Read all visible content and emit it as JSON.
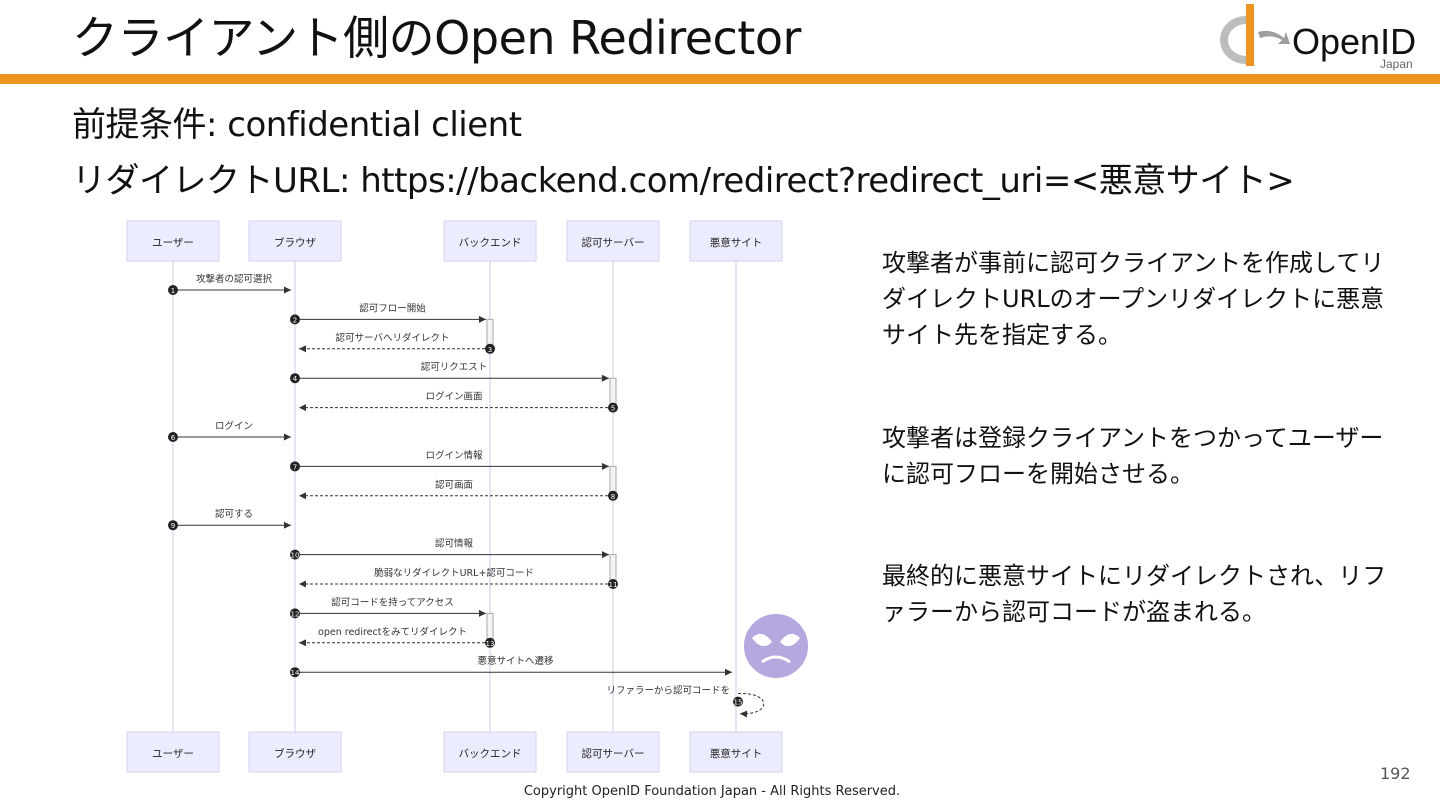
{
  "slide": {
    "title": "クライアント側のOpen Redirector",
    "premise_line1": "前提条件: confidential client",
    "premise_line2": "リダイレクトURL: https://backend.com/redirect?redirect_uri=<悪意サイト>",
    "descriptions": [
      "攻撃者が事前に認可クライアントを作成してリダイレクトURLのオープンリダイレクトに悪意サイト先を指定する。",
      "攻撃者は登録クライアントをつかってユーザーに認可フローを開始させる。",
      "最終的に悪意サイトにリダイレクトされ、リファラーから認可コードが盗まれる。"
    ],
    "page_number": "192",
    "copyright": "Copyright OpenID Foundation Japan - All Rights Reserved.",
    "logo_text": "OpenID",
    "logo_subtext": "Japan",
    "accent_color": "#EE9521"
  },
  "diagram": {
    "participants": [
      "ユーザー",
      "ブラウザ",
      "バックエンド",
      "認可サーバー",
      "悪意サイト"
    ],
    "messages": [
      {
        "n": "1",
        "from": 0,
        "to": 1,
        "label": "攻撃者の認可選択",
        "dashed": false
      },
      {
        "n": "2",
        "from": 1,
        "to": 2,
        "label": "認可フロー開始",
        "dashed": false
      },
      {
        "n": "3",
        "from": 2,
        "to": 1,
        "label": "認可サーバへリダイレクト",
        "dashed": true
      },
      {
        "n": "4",
        "from": 1,
        "to": 3,
        "label": "認可リクエスト",
        "dashed": false
      },
      {
        "n": "5",
        "from": 3,
        "to": 1,
        "label": "ログイン画面",
        "dashed": true
      },
      {
        "n": "6",
        "from": 0,
        "to": 1,
        "label": "ログイン",
        "dashed": false
      },
      {
        "n": "7",
        "from": 1,
        "to": 3,
        "label": "ログイン情報",
        "dashed": false
      },
      {
        "n": "8",
        "from": 3,
        "to": 1,
        "label": "認可画面",
        "dashed": true
      },
      {
        "n": "9",
        "from": 0,
        "to": 1,
        "label": "認可する",
        "dashed": false
      },
      {
        "n": "10",
        "from": 1,
        "to": 3,
        "label": "認可情報",
        "dashed": false
      },
      {
        "n": "11",
        "from": 3,
        "to": 1,
        "label": "脆弱なリダイレクトURL+認可コード",
        "dashed": true
      },
      {
        "n": "12",
        "from": 1,
        "to": 2,
        "label": "認可コードを持ってアクセス",
        "dashed": false
      },
      {
        "n": "13",
        "from": 2,
        "to": 1,
        "label": "open redirectをみてリダイレクト",
        "dashed": true
      },
      {
        "n": "14",
        "from": 1,
        "to": 4,
        "label": "悪意サイトへ遷移",
        "dashed": false
      },
      {
        "n": "15",
        "from": 4,
        "to": 4,
        "label": "リファラーから認可コードを",
        "dashed": true
      }
    ]
  }
}
